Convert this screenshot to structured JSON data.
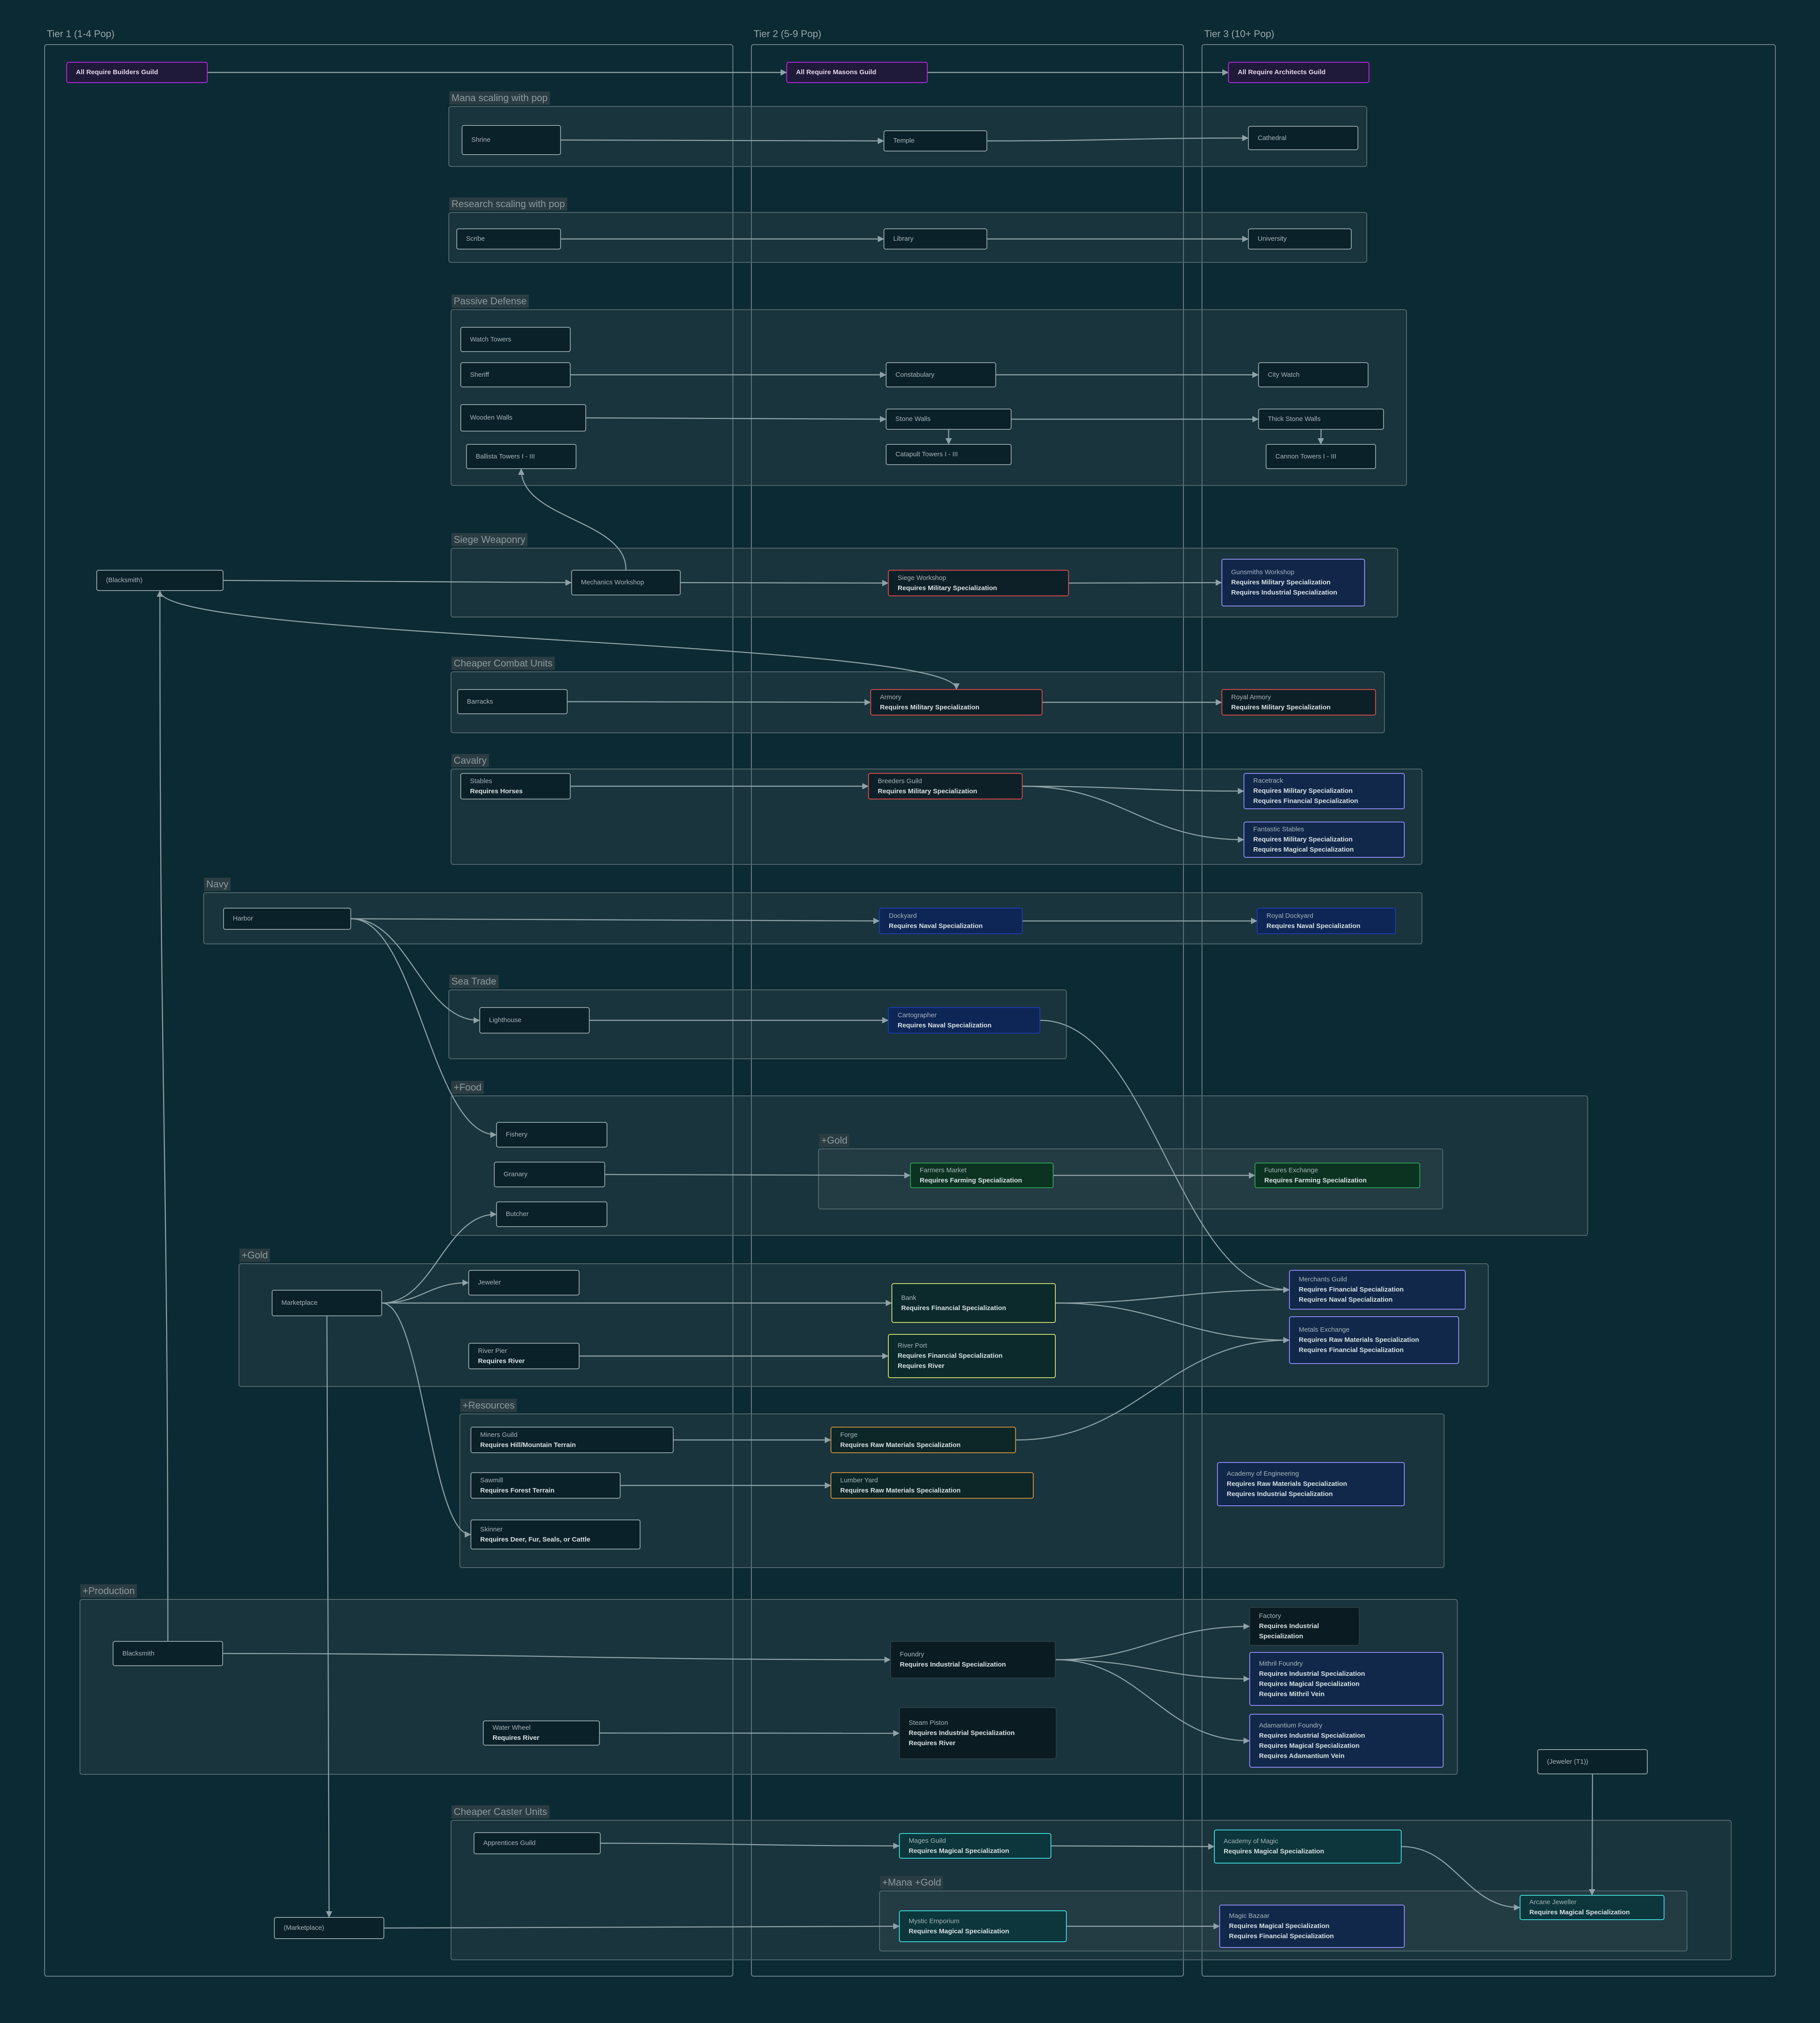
{
  "tiers": [
    {
      "id": "t1",
      "label": "Tier 1 (1-4 Pop)"
    },
    {
      "id": "t2",
      "label": "Tier 2 (5-9 Pop)"
    },
    {
      "id": "t3",
      "label": "Tier 3 (10+ Pop)"
    }
  ],
  "groups": [
    {
      "id": "g-mana",
      "label": "Mana scaling with pop"
    },
    {
      "id": "g-research",
      "label": "Research scaling with pop"
    },
    {
      "id": "g-defense",
      "label": "Passive Defense"
    },
    {
      "id": "g-siege",
      "label": "Siege Weaponry"
    },
    {
      "id": "g-combat",
      "label": "Cheaper Combat Units"
    },
    {
      "id": "g-cavalry",
      "label": "Cavalry"
    },
    {
      "id": "g-navy",
      "label": "Navy"
    },
    {
      "id": "g-seatrade",
      "label": "Sea Trade"
    },
    {
      "id": "g-food",
      "label": "+Food"
    },
    {
      "id": "g-foodgold",
      "label": "+Gold"
    },
    {
      "id": "g-gold",
      "label": "+Gold"
    },
    {
      "id": "g-resources",
      "label": "+Resources"
    },
    {
      "id": "g-production",
      "label": "+Production"
    },
    {
      "id": "g-caster",
      "label": "Cheaper Caster Units"
    },
    {
      "id": "g-managold",
      "label": "+Mana +Gold"
    }
  ],
  "nodes": [
    {
      "id": "builders",
      "title": "All Require Builders Guild",
      "reqs": [],
      "style": "guild"
    },
    {
      "id": "masons",
      "title": "All Require Masons Guild",
      "reqs": [],
      "style": "guild"
    },
    {
      "id": "architects",
      "title": "All Require Architects Guild",
      "reqs": [],
      "style": "guild"
    },
    {
      "id": "shrine",
      "title": "Shrine",
      "reqs": [],
      "style": "plain"
    },
    {
      "id": "temple",
      "title": "Temple",
      "reqs": [],
      "style": "plain"
    },
    {
      "id": "cathedral",
      "title": "Cathedral",
      "reqs": [],
      "style": "plain"
    },
    {
      "id": "scribe",
      "title": "Scribe",
      "reqs": [],
      "style": "plain"
    },
    {
      "id": "library",
      "title": "Library",
      "reqs": [],
      "style": "plain"
    },
    {
      "id": "university",
      "title": "University",
      "reqs": [],
      "style": "plain"
    },
    {
      "id": "watchtowers",
      "title": "Watch Towers",
      "reqs": [],
      "style": "plain"
    },
    {
      "id": "sheriff",
      "title": "Sheriff",
      "reqs": [],
      "style": "plain"
    },
    {
      "id": "constabulary",
      "title": "Constabulary",
      "reqs": [],
      "style": "plain"
    },
    {
      "id": "citywatch",
      "title": "City Watch",
      "reqs": [],
      "style": "plain"
    },
    {
      "id": "woodenwalls",
      "title": "Wooden Walls",
      "reqs": [],
      "style": "plain"
    },
    {
      "id": "stonewalls",
      "title": "Stone Walls",
      "reqs": [],
      "style": "plain"
    },
    {
      "id": "thickstonewalls",
      "title": "Thick Stone Walls",
      "reqs": [],
      "style": "plain"
    },
    {
      "id": "ballista",
      "title": "Ballista Towers I - III",
      "reqs": [],
      "style": "plain"
    },
    {
      "id": "catapult",
      "title": "Catapult Towers I - III",
      "reqs": [],
      "style": "plain"
    },
    {
      "id": "cannon",
      "title": "Cannon Towers I - III",
      "reqs": [],
      "style": "plain"
    },
    {
      "id": "blacksmithref",
      "title": "(Blacksmith)",
      "reqs": [],
      "style": "plain"
    },
    {
      "id": "mechanics",
      "title": "Mechanics Workshop",
      "reqs": [],
      "style": "plain"
    },
    {
      "id": "siegeworkshop",
      "title": "Siege Workshop",
      "reqs": [
        "Requires Military Specialization"
      ],
      "style": "mil"
    },
    {
      "id": "gunsmiths",
      "title": "Gunsmiths Workshop",
      "reqs": [
        "Requires Military Specialization",
        "Requires Industrial Specialization"
      ],
      "style": "mil2"
    },
    {
      "id": "barracks",
      "title": "Barracks",
      "reqs": [],
      "style": "plain"
    },
    {
      "id": "armory",
      "title": "Armory",
      "reqs": [
        "Requires Military Specialization"
      ],
      "style": "mil"
    },
    {
      "id": "royalarmory",
      "title": "Royal Armory",
      "reqs": [
        "Requires Military Specialization"
      ],
      "style": "mil"
    },
    {
      "id": "stables",
      "title": "Stables",
      "reqs": [
        "Requires Horses"
      ],
      "style": "plain"
    },
    {
      "id": "breeders",
      "title": "Breeders Guild",
      "reqs": [
        "Requires Military Specialization"
      ],
      "style": "mil"
    },
    {
      "id": "racetrack",
      "title": "Racetrack",
      "reqs": [
        "Requires Military Specialization",
        "Requires Financial Specialization"
      ],
      "style": "purple"
    },
    {
      "id": "fantastic",
      "title": "Fantastic Stables",
      "reqs": [
        "Requires Military Specialization",
        "Requires Magical Specialization"
      ],
      "style": "purple"
    },
    {
      "id": "harbor",
      "title": "Harbor",
      "reqs": [],
      "style": "plain"
    },
    {
      "id": "dockyard",
      "title": "Dockyard",
      "reqs": [
        "Requires Naval Specialization"
      ],
      "style": "naval"
    },
    {
      "id": "royaldockyard",
      "title": "Royal Dockyard",
      "reqs": [
        "Requires Naval Specialization"
      ],
      "style": "naval"
    },
    {
      "id": "lighthouse",
      "title": "Lighthouse",
      "reqs": [],
      "style": "plain"
    },
    {
      "id": "cartographer",
      "title": "Cartographer",
      "reqs": [
        "Requires Naval Specialization"
      ],
      "style": "naval"
    },
    {
      "id": "fishery",
      "title": "Fishery",
      "reqs": [],
      "style": "plain"
    },
    {
      "id": "granary",
      "title": "Granary",
      "reqs": [],
      "style": "plain"
    },
    {
      "id": "butcher",
      "title": "Butcher",
      "reqs": [],
      "style": "plain"
    },
    {
      "id": "farmers",
      "title": "Farmers Market",
      "reqs": [
        "Requires Farming Specialization"
      ],
      "style": "farm"
    },
    {
      "id": "futures",
      "title": "Futures Exchange",
      "reqs": [
        "Requires Farming Specialization"
      ],
      "style": "farm"
    },
    {
      "id": "marketplace",
      "title": "Marketplace",
      "reqs": [],
      "style": "plain"
    },
    {
      "id": "jeweler",
      "title": "Jeweler",
      "reqs": [],
      "style": "plain"
    },
    {
      "id": "bank",
      "title": "Bank",
      "reqs": [
        "Requires Financial Specialization"
      ],
      "style": "fin"
    },
    {
      "id": "merchants",
      "title": "Merchants Guild",
      "reqs": [
        "Requires Financial Specialization",
        "Requires Naval Specialization"
      ],
      "style": "purple"
    },
    {
      "id": "metals",
      "title": "Metals Exchange",
      "reqs": [
        "Requires Raw Materials Specialization",
        "Requires Financial Specialization"
      ],
      "style": "purple"
    },
    {
      "id": "riverpier",
      "title": "River Pier",
      "reqs": [
        "Requires River"
      ],
      "style": "plain"
    },
    {
      "id": "riverport",
      "title": "River Port",
      "reqs": [
        "Requires Financial Specialization",
        "Requires River"
      ],
      "style": "fin"
    },
    {
      "id": "miners",
      "title": "Miners Guild",
      "reqs": [
        "Requires Hill/Mountain Terrain"
      ],
      "style": "plain"
    },
    {
      "id": "forge",
      "title": "Forge",
      "reqs": [
        "Requires Raw Materials Specialization"
      ],
      "style": "raw"
    },
    {
      "id": "sawmill",
      "title": "Sawmill",
      "reqs": [
        "Requires Forest Terrain"
      ],
      "style": "plain"
    },
    {
      "id": "lumberyard",
      "title": "Lumber Yard",
      "reqs": [
        "Requires Raw Materials Specialization"
      ],
      "style": "raw"
    },
    {
      "id": "engineering",
      "title": "Academy of Engineering",
      "reqs": [
        "Requires Raw Materials Specialization",
        "Requires Industrial Specialization"
      ],
      "style": "purple"
    },
    {
      "id": "skinner",
      "title": "Skinner",
      "reqs": [
        "Requires Deer, Fur, Seals, or Cattle"
      ],
      "style": "plain"
    },
    {
      "id": "blacksmith",
      "title": "Blacksmith",
      "reqs": [],
      "style": "plain"
    },
    {
      "id": "foundry",
      "title": "Foundry",
      "reqs": [
        "Requires Industrial Specialization"
      ],
      "style": "ind"
    },
    {
      "id": "factory",
      "title": "Factory",
      "reqs": [
        "Requires Industrial",
        "Specialization"
      ],
      "style": "ind"
    },
    {
      "id": "mithril",
      "title": "Mithril Foundry",
      "reqs": [
        "Requires Industrial Specialization",
        "Requires Magical Specialization",
        "Requires Mithril Vein"
      ],
      "style": "purple"
    },
    {
      "id": "adamantium",
      "title": "Adamantium Foundry",
      "reqs": [
        "Requires Industrial Specialization",
        "Requires Magical Specialization",
        "Requires Adamantium Vein"
      ],
      "style": "purple"
    },
    {
      "id": "waterwheel",
      "title": "Water Wheel",
      "reqs": [
        "Requires River"
      ],
      "style": "plain"
    },
    {
      "id": "steampiston",
      "title": "Steam Piston",
      "reqs": [
        "Requires Industrial Specialization",
        "Requires River"
      ],
      "style": "ind"
    },
    {
      "id": "jewelerref",
      "title": "(Jeweler (T1))",
      "reqs": [],
      "style": "plain"
    },
    {
      "id": "apprentices",
      "title": "Apprentices Guild",
      "reqs": [],
      "style": "plain"
    },
    {
      "id": "magesguild",
      "title": "Mages Guild",
      "reqs": [
        "Requires Magical Specialization"
      ],
      "style": "mag"
    },
    {
      "id": "academymagic",
      "title": "Academy of Magic",
      "reqs": [
        "Requires Magical Specialization"
      ],
      "style": "mag"
    },
    {
      "id": "arcanejeweler",
      "title": "Arcane Jeweller",
      "reqs": [
        "Requires Magical Specialization"
      ],
      "style": "mag"
    },
    {
      "id": "marketref",
      "title": "(Marketplace)",
      "reqs": [],
      "style": "plain"
    },
    {
      "id": "mystic",
      "title": "Mystic Emporium",
      "reqs": [
        "Requires Magical Specialization"
      ],
      "style": "mag"
    },
    {
      "id": "bazaar",
      "title": "Magic Bazaar",
      "reqs": [
        "Requires Magical Specialization",
        "Requires Financial Specialization"
      ],
      "style": "purple"
    }
  ],
  "edges": [
    [
      "builders",
      "masons"
    ],
    [
      "masons",
      "architects"
    ],
    [
      "shrine",
      "temple"
    ],
    [
      "temple",
      "cathedral"
    ],
    [
      "scribe",
      "library"
    ],
    [
      "library",
      "university"
    ],
    [
      "sheriff",
      "constabulary"
    ],
    [
      "constabulary",
      "citywatch"
    ],
    [
      "woodenwalls",
      "stonewalls"
    ],
    [
      "stonewalls",
      "thickstonewalls"
    ],
    [
      "stonewalls",
      "catapult"
    ],
    [
      "thickstonewalls",
      "cannon"
    ],
    [
      "mechanics",
      "ballista"
    ],
    [
      "blacksmithref",
      "mechanics"
    ],
    [
      "mechanics",
      "siegeworkshop"
    ],
    [
      "siegeworkshop",
      "gunsmiths"
    ],
    [
      "blacksmithref",
      "armory"
    ],
    [
      "barracks",
      "armory"
    ],
    [
      "armory",
      "royalarmory"
    ],
    [
      "stables",
      "breeders"
    ],
    [
      "breeders",
      "racetrack"
    ],
    [
      "breeders",
      "fantastic"
    ],
    [
      "harbor",
      "dockyard"
    ],
    [
      "dockyard",
      "royaldockyard"
    ],
    [
      "harbor",
      "lighthouse"
    ],
    [
      "harbor",
      "fishery"
    ],
    [
      "lighthouse",
      "cartographer"
    ],
    [
      "cartographer",
      "merchants"
    ],
    [
      "granary",
      "farmers"
    ],
    [
      "farmers",
      "futures"
    ],
    [
      "marketplace",
      "butcher"
    ],
    [
      "marketplace",
      "jeweler"
    ],
    [
      "marketplace",
      "bank"
    ],
    [
      "marketplace",
      "skinner"
    ],
    [
      "bank",
      "merchants"
    ],
    [
      "bank",
      "metals"
    ],
    [
      "riverpier",
      "riverport"
    ],
    [
      "miners",
      "forge"
    ],
    [
      "forge",
      "metals"
    ],
    [
      "sawmill",
      "lumberyard"
    ],
    [
      "blacksmith",
      "blacksmithref"
    ],
    [
      "blacksmith",
      "foundry"
    ],
    [
      "foundry",
      "factory"
    ],
    [
      "foundry",
      "mithril"
    ],
    [
      "foundry",
      "adamantium"
    ],
    [
      "waterwheel",
      "steampiston"
    ],
    [
      "marketplace",
      "marketref"
    ],
    [
      "apprentices",
      "magesguild"
    ],
    [
      "magesguild",
      "academymagic"
    ],
    [
      "academymagic",
      "arcanejeweler"
    ],
    [
      "jewelerref",
      "arcanejeweler"
    ],
    [
      "marketref",
      "mystic"
    ],
    [
      "mystic",
      "bazaar"
    ]
  ]
}
